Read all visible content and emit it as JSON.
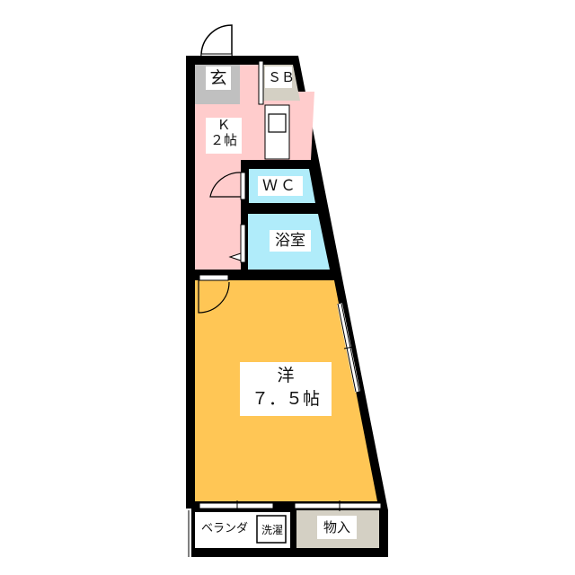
{
  "floor_plan": {
    "colors": {
      "wall": "#000000",
      "kitchen": "#ffcccc",
      "western_room": "#ffc655",
      "wet_area": "#b0ecfa",
      "storage": "#d4d0c4",
      "entrance": "#c0c0c0",
      "background": "#ffffff"
    },
    "rooms": {
      "entrance": {
        "label": "玄"
      },
      "shoe_box": {
        "label": "ＳＢ"
      },
      "kitchen": {
        "label_line1": "Ｋ",
        "label_line2": "２帖"
      },
      "toilet": {
        "label": "ＷＣ"
      },
      "bathroom": {
        "label": "浴室"
      },
      "western_room": {
        "label_line1": "洋",
        "label_line2": "７．５帖"
      },
      "veranda": {
        "label": "ベランダ"
      },
      "washer": {
        "label": "洗濯"
      },
      "storage": {
        "label": "物入"
      }
    }
  }
}
